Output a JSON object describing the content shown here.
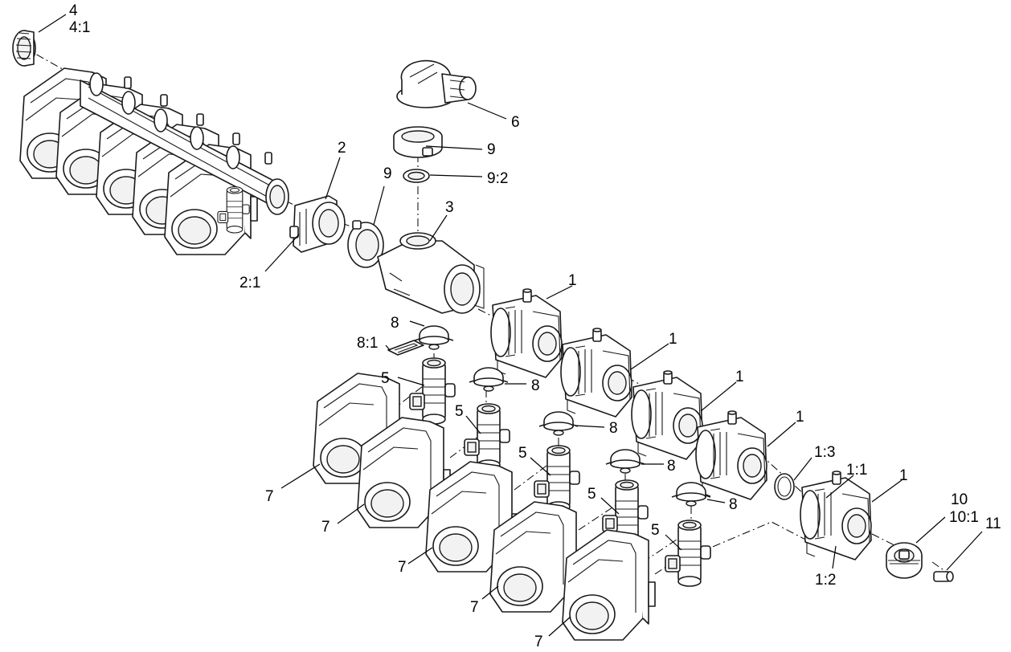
{
  "diagram": {
    "callouts": {
      "c4": "4",
      "c4_1": "4:1",
      "c2": "2",
      "c2_1": "2:1",
      "c9_upper": "9",
      "c9_lower": "9",
      "c9_2": "9:2",
      "c6": "6",
      "c3": "3",
      "c1_a": "1",
      "c1_b": "1",
      "c1_c": "1",
      "c1_d": "1",
      "c1_e": "1",
      "c1_1": "1:1",
      "c1_2": "1:2",
      "c1_3": "1:3",
      "c8_a": "8",
      "c8_b": "8",
      "c8_c": "8",
      "c8_d": "8",
      "c8_e": "8",
      "c8_1": "8:1",
      "c5_a": "5",
      "c5_b": "5",
      "c5_c": "5",
      "c5_d": "5",
      "c5_e": "5",
      "c7_a": "7",
      "c7_b": "7",
      "c7_c": "7",
      "c7_d": "7",
      "c7_e": "7",
      "c10": "10",
      "c10_1": "10:1",
      "c11": "11"
    },
    "colors": {
      "line": "#1a1a1a",
      "background": "#ffffff"
    }
  }
}
